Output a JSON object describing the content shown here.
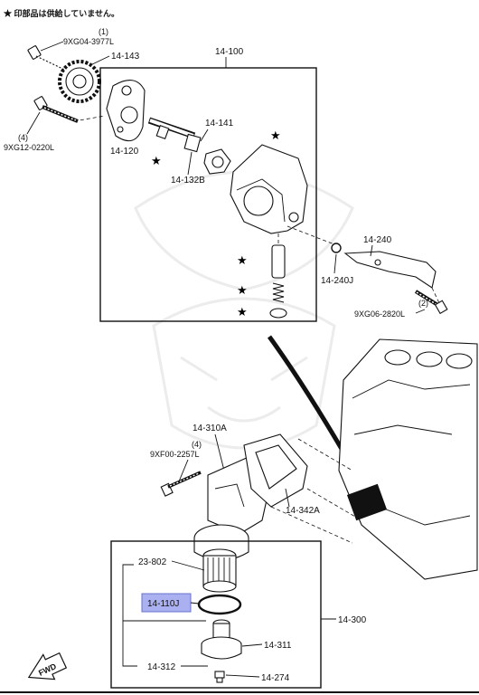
{
  "note": "★ 印部品は供給していません。",
  "boxes": {
    "upper_label": "14-100",
    "lower_label": "14-300"
  },
  "parts": {
    "bolt_top_qty": "(1)",
    "bolt_top": "9XG04-3977L",
    "sprocket": "14-143",
    "bolt_left_qty": "(4)",
    "bolt_left": "9XG12-0220L",
    "plate": "14-120",
    "shaft": "14-141",
    "gear": "14-132B",
    "clip": "14-240J",
    "bracket": "14-240",
    "bolt_right_qty": "(2)",
    "bolt_right": "9XG06-2820L",
    "housing": "14-310A",
    "bolt_housing_qty": "(4)",
    "bolt_housing": "9XF00-2257L",
    "gasket": "14-342A",
    "element": "23-802",
    "oring": "14-110J",
    "cap": "14-311",
    "drain_group": "14-312",
    "drain_plug": "14-274"
  },
  "stars": [
    "★",
    "★",
    "★",
    "★",
    "★"
  ],
  "fwd": "FWD",
  "colors": {
    "highlight": "#aab0f0",
    "line": "#111111",
    "watermark": "#ececec"
  }
}
